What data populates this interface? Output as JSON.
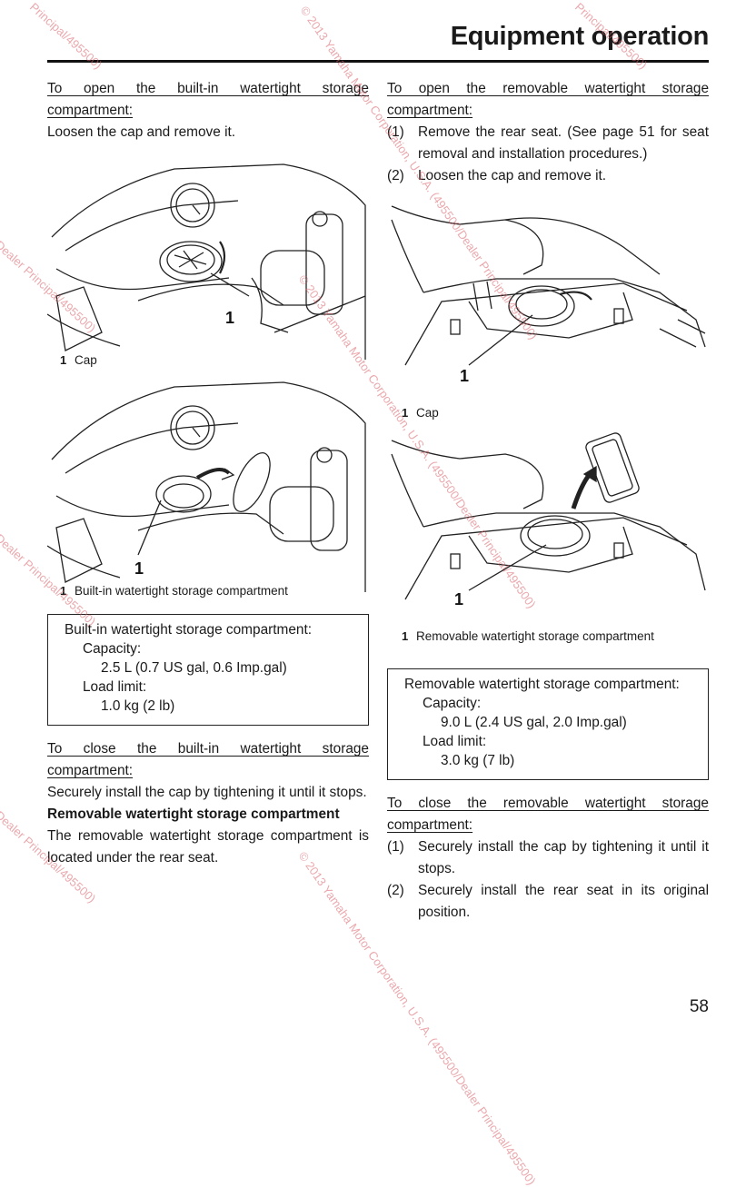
{
  "header": {
    "title": "Equipment operation"
  },
  "left": {
    "open_heading": "To open the built-in watertight storage compartment:",
    "open_text": "Loosen the cap and remove it.",
    "fig1": {
      "callout": "1",
      "caption_num": "1",
      "caption_text": "Cap"
    },
    "fig2": {
      "callout": "1",
      "caption_num": "1",
      "caption_text": "Built-in watertight storage compartment"
    },
    "spec": {
      "title": "Built-in watertight storage compartment:",
      "capacity_label": "Capacity:",
      "capacity_value": "2.5 L (0.7 US gal, 0.6 Imp.gal)",
      "load_label": "Load limit:",
      "load_value": "1.0 kg (2 lb)"
    },
    "close_heading": "To close the built-in watertight storage compartment:",
    "close_text": "Securely install the cap by tightening it until it stops.",
    "removable_heading": "Removable watertight storage compartment",
    "removable_text": "The removable watertight storage compartment is located under the rear seat."
  },
  "right": {
    "open_heading": "To open the removable watertight storage compartment:",
    "steps": [
      {
        "num": "(1)",
        "text": "Remove the rear seat. (See page 51 for seat removal and installation procedures.)"
      },
      {
        "num": "(2)",
        "text": "Loosen the cap and remove it."
      }
    ],
    "fig3": {
      "callout": "1",
      "caption_num": "1",
      "caption_text": "Cap"
    },
    "fig4": {
      "callout": "1",
      "caption_num": "1",
      "caption_text": "Removable watertight storage compartment"
    },
    "spec": {
      "title": "Removable watertight storage compartment:",
      "capacity_label": "Capacity:",
      "capacity_value": "9.0 L (2.4 US gal, 2.0 Imp.gal)",
      "load_label": "Load limit:",
      "load_value": "3.0 kg (7 lb)"
    },
    "close_heading": "To close the removable watertight storage compartment:",
    "close_steps": [
      {
        "num": "(1)",
        "text": "Securely install the cap by tightening it until it stops."
      },
      {
        "num": "(2)",
        "text": "Securely install the rear seat in its original position."
      }
    ]
  },
  "page_number": "58",
  "watermarks": [
    "© 2013 Yamaha Motor Corporation, U.S.A. (495500/Dealer Principal/495500)",
    "© 2013 Yamaha Motor Corporation, U.S.A. (495500/Dealer Principal/495500)",
    "© 2013 Yamaha Motor Corporation, U.S.A. (495500/Dealer Principal/495500)",
    "Dealer Principal/495500)",
    "Dealer Principal/495500)",
    "Dealer Principal/495500)",
    "Principal/495500)",
    "Principal/495500)"
  ],
  "colors": {
    "text": "#1a1a1a",
    "watermark": "#d9626a"
  }
}
